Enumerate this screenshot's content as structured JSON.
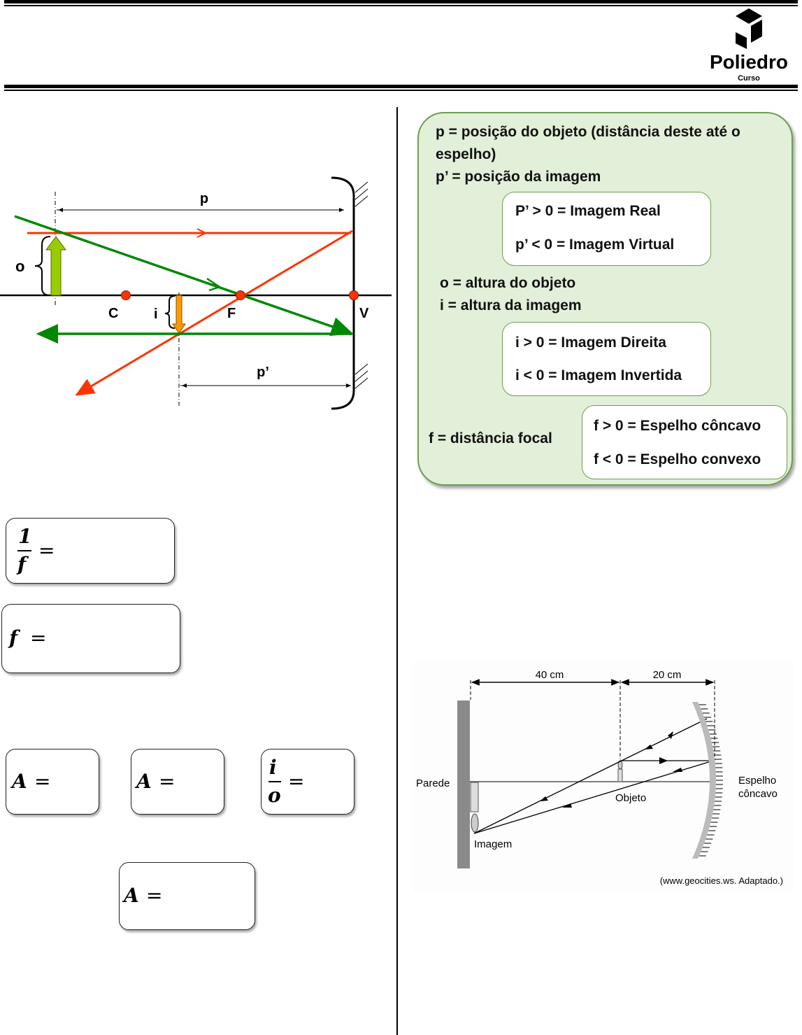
{
  "header": {
    "logo": {
      "name": "Poliedro",
      "subtitle": "Curso"
    }
  },
  "diagram": {
    "labels": {
      "p": "p",
      "p_prime": "p’",
      "o": "o",
      "i": "i",
      "C": "C",
      "F": "F",
      "V": "V"
    },
    "colors": {
      "ray_red": "#ff3300",
      "ray_green": "#008800",
      "object_arrow": "#99cc00",
      "image_arrow": "#ff9900",
      "point": "#ff3300"
    }
  },
  "legend_box": {
    "line1": "p = posição do objeto (distância deste até o",
    "line2": "espelho)",
    "line3": "p’ = posição da imagem",
    "p_box": {
      "real": "P’ > 0  = Imagem Real",
      "virtual": "p’ < 0 = Imagem Virtual"
    },
    "o_def": "o = altura do objeto",
    "i_def": "i = altura da imagem",
    "i_box": {
      "direct": "i >  0  = Imagem Direita",
      "inverted": "i < 0 = Imagem Invertida"
    },
    "f_def": "f = distância focal",
    "f_box": {
      "concave": "f >  0  = Espelho côncavo",
      "convex": "f < 0 = Espelho convexo"
    },
    "colors": {
      "fill": "#e2efd9",
      "border": "#6e9d55"
    }
  },
  "formulas": {
    "one_over_f": {
      "num": "1",
      "den": "f",
      "eq": "="
    },
    "f": {
      "lhs": "f",
      "eq": "="
    },
    "A1": {
      "lhs": "A",
      "eq": "="
    },
    "A2": {
      "lhs": "A",
      "eq": "="
    },
    "i_over_o": {
      "num": "i",
      "den": "o",
      "eq": "="
    },
    "A3": {
      "lhs": "A",
      "eq": "="
    }
  },
  "figure": {
    "dim_40": "40 cm",
    "dim_20": "20 cm",
    "wall": "Parede",
    "object": "Objeto",
    "image": "Imagem",
    "mirror_line1": "Espelho",
    "mirror_line2": "côncavo",
    "source": "(www.geocities.ws. Adaptado.)"
  }
}
